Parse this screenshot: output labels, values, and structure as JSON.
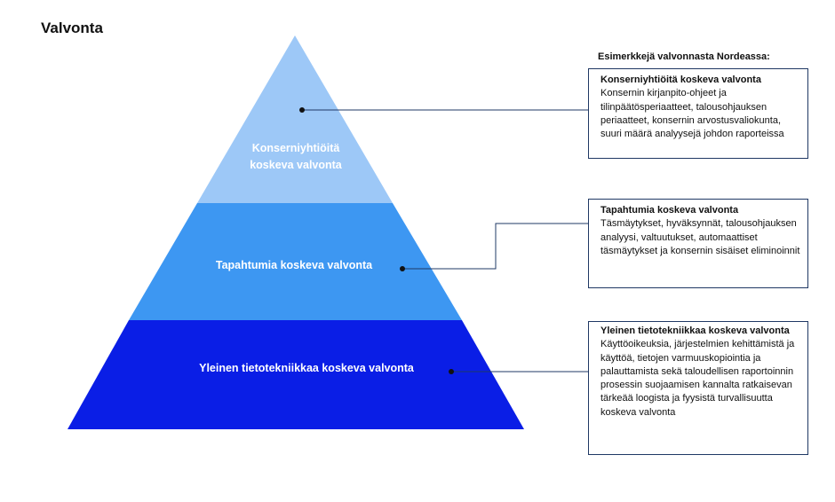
{
  "title": "Valvonta",
  "examples_heading": "Esimerkkejä valvonnasta Nordeassa:",
  "levels": [
    {
      "label": "Konserniyhtiöitä koskeva valvonta",
      "color": "#9dc8f7",
      "box_title": "Konserniyhtiöitä koskeva valvonta",
      "box_text": "Konsernin kirjanpito-ohjeet ja tilinpäätösperiaatteet, talousohjauksen periaatteet, konsernin arvostusvaliokunta, suuri määrä analyysejä johdon raporteissa"
    },
    {
      "label": "Tapahtumia koskeva valvonta",
      "color": "#3d97f2",
      "box_title": "Tapahtumia koskeva valvonta",
      "box_text": "Täsmäytykset, hyväksynnät, talousohjauksen analyysi, valtuutukset, automaattiset täsmäytykset ja konsernin sisäiset eliminoinnit"
    },
    {
      "label": "Yleinen tietotekniikkaa koskeva valvonta",
      "color": "#0a1ee6",
      "box_title": "Yleinen tietotekniikkaa koskeva valvonta",
      "box_text": "Käyttöoikeuksia, järjestelmien kehittämistä ja käyttöä, tietojen varmuuskopiointia ja palauttamista sekä taloudellisen raportoinnin prosessin suojaamisen kannalta ratkaisevan tärkeää loogista ja fyysistä turvallisuutta koskeva valvonta"
    }
  ],
  "colors": {
    "connector": "#1f3864",
    "box_border": "#1f3864",
    "dot": "#111111"
  }
}
